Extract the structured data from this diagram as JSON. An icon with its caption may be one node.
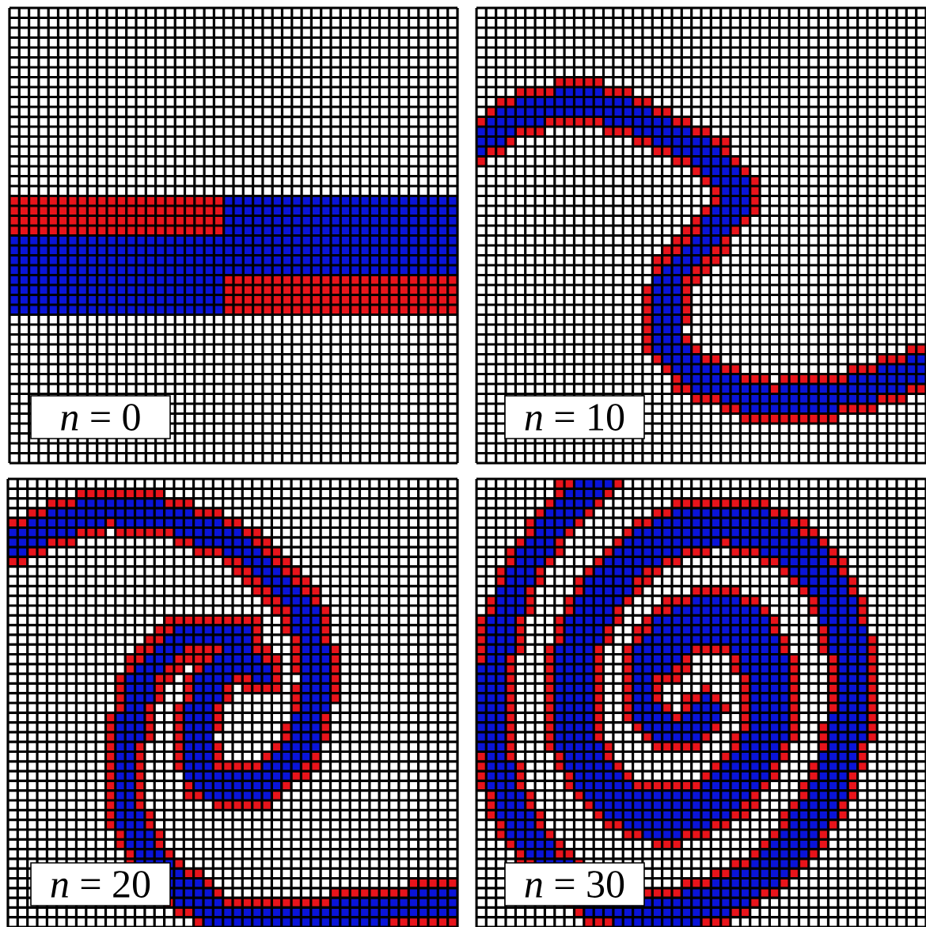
{
  "diagram": {
    "labels": [
      "*n* = 0",
      "*n* = 10",
      "*n* = 20",
      "*n* = 30"
    ]
  }
}
